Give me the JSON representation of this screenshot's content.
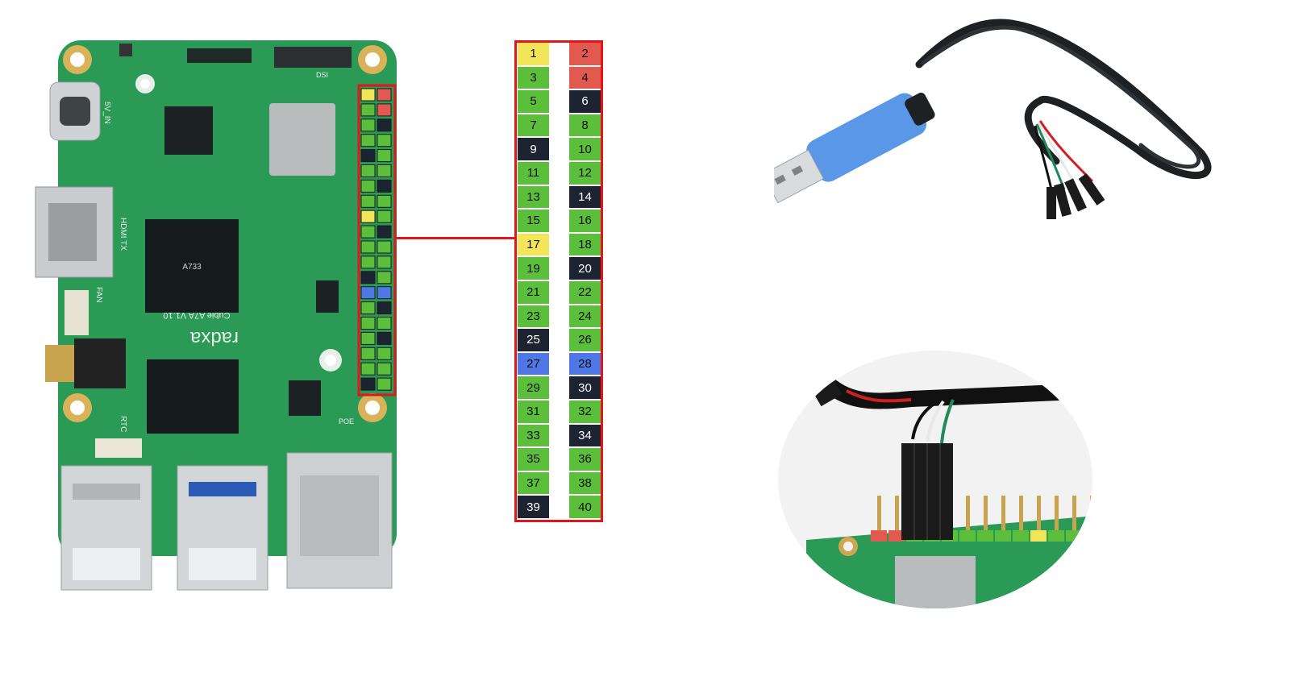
{
  "board": {
    "brand": "radxa",
    "model": "Cubie A7A V1.10",
    "soc": "A733",
    "labels": {
      "hdmi": "HDMI TX",
      "power": "5V_IN",
      "fan": "FAN",
      "rtc": "RTC",
      "poe": "POE",
      "dsi": "DSI"
    }
  },
  "colors": {
    "yellow": "#f2e55a",
    "red": "#e25a4f",
    "black": "#1c2331",
    "green": "#5cbf3c",
    "blue": "#4f77e6",
    "highlight": "#e0161b",
    "pcb": "#2a9a56"
  },
  "pins": [
    {
      "n": "1",
      "c": "yellow"
    },
    {
      "n": "2",
      "c": "red"
    },
    {
      "n": "3",
      "c": "green"
    },
    {
      "n": "4",
      "c": "red"
    },
    {
      "n": "5",
      "c": "green"
    },
    {
      "n": "6",
      "c": "black"
    },
    {
      "n": "7",
      "c": "green"
    },
    {
      "n": "8",
      "c": "green"
    },
    {
      "n": "9",
      "c": "black"
    },
    {
      "n": "10",
      "c": "green"
    },
    {
      "n": "11",
      "c": "green"
    },
    {
      "n": "12",
      "c": "green"
    },
    {
      "n": "13",
      "c": "green"
    },
    {
      "n": "14",
      "c": "black"
    },
    {
      "n": "15",
      "c": "green"
    },
    {
      "n": "16",
      "c": "green"
    },
    {
      "n": "17",
      "c": "yellow"
    },
    {
      "n": "18",
      "c": "green"
    },
    {
      "n": "19",
      "c": "green"
    },
    {
      "n": "20",
      "c": "black"
    },
    {
      "n": "21",
      "c": "green"
    },
    {
      "n": "22",
      "c": "green"
    },
    {
      "n": "23",
      "c": "green"
    },
    {
      "n": "24",
      "c": "green"
    },
    {
      "n": "25",
      "c": "black"
    },
    {
      "n": "26",
      "c": "green"
    },
    {
      "n": "27",
      "c": "blue"
    },
    {
      "n": "28",
      "c": "blue"
    },
    {
      "n": "29",
      "c": "green"
    },
    {
      "n": "30",
      "c": "black"
    },
    {
      "n": "31",
      "c": "green"
    },
    {
      "n": "32",
      "c": "green"
    },
    {
      "n": "33",
      "c": "green"
    },
    {
      "n": "34",
      "c": "black"
    },
    {
      "n": "35",
      "c": "green"
    },
    {
      "n": "36",
      "c": "green"
    },
    {
      "n": "37",
      "c": "green"
    },
    {
      "n": "38",
      "c": "green"
    },
    {
      "n": "39",
      "c": "black"
    },
    {
      "n": "40",
      "c": "green"
    }
  ],
  "images": {
    "usb_cable": "usb-ttl-serial-cable",
    "closeup": "dupont-connector-on-gpio-header"
  }
}
